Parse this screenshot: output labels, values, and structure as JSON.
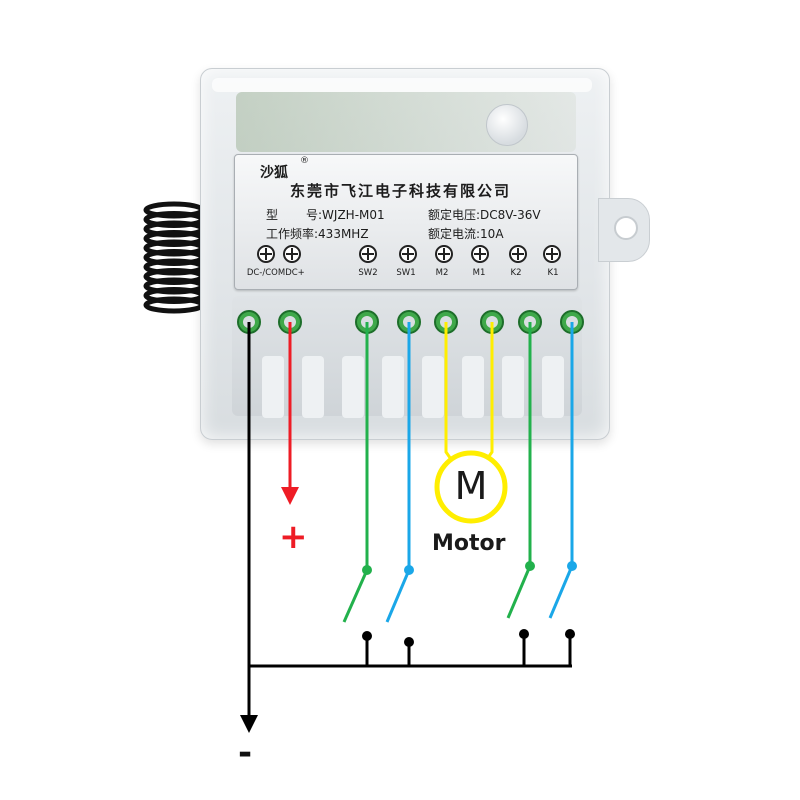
{
  "label": {
    "brand": "沙狐",
    "brand_mark": "®",
    "company": "东莞市飞江电子科技有限公司",
    "model_key": "型",
    "model_value": "号:WJZH-M01",
    "voltage": "额定电压:DC8V-36V",
    "frequency": "工作频率:433MHZ",
    "current": "额定电流:10A"
  },
  "terminals": [
    "DC-/COM",
    "DC+",
    "SW2",
    "SW1",
    "M2",
    "M1",
    "K2",
    "K1"
  ],
  "terminal_wire_colors": [
    "#000000",
    "#ee1c25",
    "#22b14c",
    "#1aa7e8",
    "#ffee00",
    "#ffee00",
    "#22b14c",
    "#1aa7e8"
  ],
  "motor": {
    "symbol": "M",
    "label": "Motor",
    "ring_color": "#ffee00"
  },
  "polarity": {
    "positive": "+",
    "negative": "-"
  },
  "colors": {
    "positive": "#ee1c25",
    "negative": "#000000",
    "switch_green": "#22b14c",
    "switch_blue": "#1aa7e8",
    "motor_yellow": "#ffee00"
  }
}
